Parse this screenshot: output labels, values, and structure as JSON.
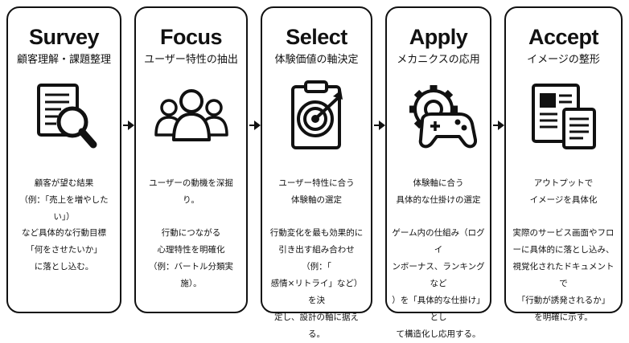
{
  "cards": [
    {
      "title": "Survey",
      "subtitle": "顧客理解・課題整理",
      "icon": "document-magnifier-icon",
      "para1": "顧客が望む結果\n（例：「売上を増やしたい」）",
      "para2": "など具体的な行動目標\n「何をさせたいか」\nに落とし込む。"
    },
    {
      "title": "Focus",
      "subtitle": "ユーザー特性の抽出",
      "icon": "user-group-icon",
      "para1": "ユーザーの動機を深掘り。",
      "para2": "行動につながる\n心理特性を明確化\n（例：バートル分類実施）。"
    },
    {
      "title": "Select",
      "subtitle": "体験価値の軸決定",
      "icon": "clipboard-target-icon",
      "para1": "ユーザー特性に合う\n体験軸の選定",
      "para2": "行動変化を最も効果的に\n引き出す組み合わせ（例：「\n感情×リトライ」など）を決\n定し、設計の軸に据える。"
    },
    {
      "title": "Apply",
      "subtitle": "メカニクスの応用",
      "icon": "gear-gamepad-icon",
      "para1": "体験軸に合う\n具体的な仕掛けの選定",
      "para2": "ゲーム内の仕組み（ログイ\nンボーナス、ランキングなど\n）を「具体的な仕掛け」とし\nて構造化し応用する。"
    },
    {
      "title": "Accept",
      "subtitle": "イメージの整形",
      "icon": "documents-icon",
      "para1": "アウトプットで\nイメージを具体化",
      "para2": "実際のサービス画面やフロ\nーに具体的に落とし込み、\n視覚化されたドキュメントで\n「行動が誘発されるか」\nを明確に示す。"
    }
  ],
  "arrow_icon": "arrow-right-icon",
  "colors": {
    "stroke": "#111111",
    "background": "#ffffff"
  }
}
